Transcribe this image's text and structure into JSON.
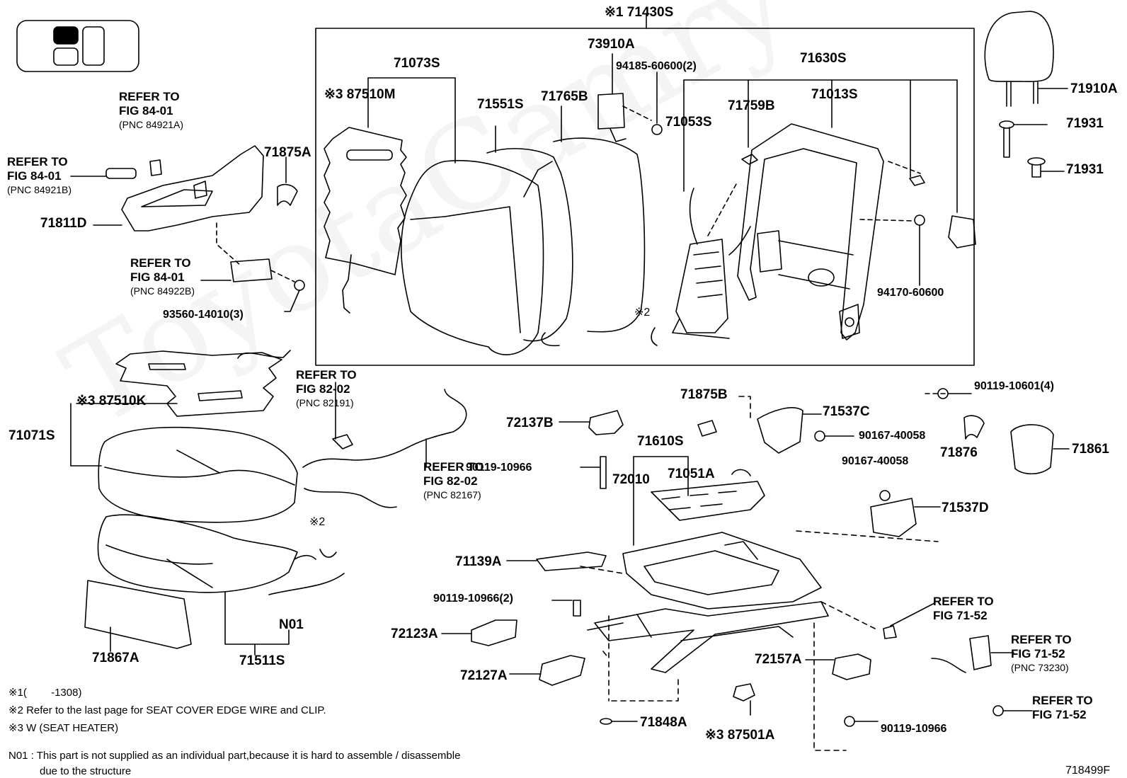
{
  "watermark": "ToyotaCamry",
  "figure_number": "718499F",
  "legend": [
    {
      "mark": "※1",
      "text": "(　　 -1308)"
    },
    {
      "mark": "※2",
      "text": "Refer to the last page for SEAT COVER EDGE WIRE and CLIP."
    },
    {
      "mark": "※3",
      "text": "W (SEAT HEATER)"
    }
  ],
  "footnote": {
    "mark": "N01",
    "line1": ": This part is not supplied as an individual part,because it is hard to assemble / disassemble",
    "line2": "due to the structure"
  },
  "parts": {
    "71430S": "※1 71430S",
    "71073S": "71073S",
    "87510M": "※3 87510M",
    "71551S": "71551S",
    "71765B": "71765B",
    "73910A": "73910A",
    "94185": "94185-60600(2)",
    "71630S": "71630S",
    "71759B": "71759B",
    "71013S": "71013S",
    "71053S": "71053S",
    "94170": "94170-60600",
    "71910A": "71910A",
    "71931a": "71931",
    "71931b": "71931",
    "71875A": "71875A",
    "71811D": "71811D",
    "93560": "93560-14010(3)",
    "87510K": "※3 87510K",
    "71071S": "71071S",
    "90119_10601": "90119-10601(4)",
    "71875B": "71875B",
    "71537C": "71537C",
    "72137B": "72137B",
    "90167a": "90167-40058",
    "71876": "71876",
    "71861": "71861",
    "71610S": "71610S",
    "90119_10966a": "90119-10966",
    "72010": "72010",
    "71051A": "71051A",
    "90167b": "90167-40058",
    "71537D": "71537D",
    "71139A": "71139A",
    "90119_10966b": "90119-10966(2)",
    "72123A": "72123A",
    "72127A": "72127A",
    "N01": "N01",
    "71511S": "71511S",
    "71867A": "71867A",
    "72157A": "72157A",
    "71848A": "71848A",
    "87501A": "※3 87501A",
    "90119_10966c": "90119-10966",
    "mark2a": "※2",
    "mark2b": "※2"
  },
  "refs": {
    "r1": {
      "line1": "REFER TO",
      "line2": "FIG 84-01",
      "pnc": "(PNC 84921A)"
    },
    "r2": {
      "line1": "REFER TO",
      "line2": "FIG 84-01",
      "pnc": "(PNC 84921B)"
    },
    "r3": {
      "line1": "REFER TO",
      "line2": "FIG 84-01",
      "pnc": "(PNC 84922B)"
    },
    "r4": {
      "line1": "REFER TO",
      "line2": "FIG 82-02",
      "pnc": "(PNC 82191)"
    },
    "r5": {
      "line1": "REFER TO",
      "line2": "FIG 82-02",
      "pnc": "(PNC 82167)"
    },
    "r6": {
      "line1": "REFER TO",
      "line2": "FIG 71-52",
      "pnc": ""
    },
    "r7": {
      "line1": "REFER TO",
      "line2": "FIG 71-52",
      "pnc": "(PNC 73230)"
    },
    "r8": {
      "line1": "REFER TO",
      "line2": "FIG 71-52",
      "pnc": ""
    }
  }
}
